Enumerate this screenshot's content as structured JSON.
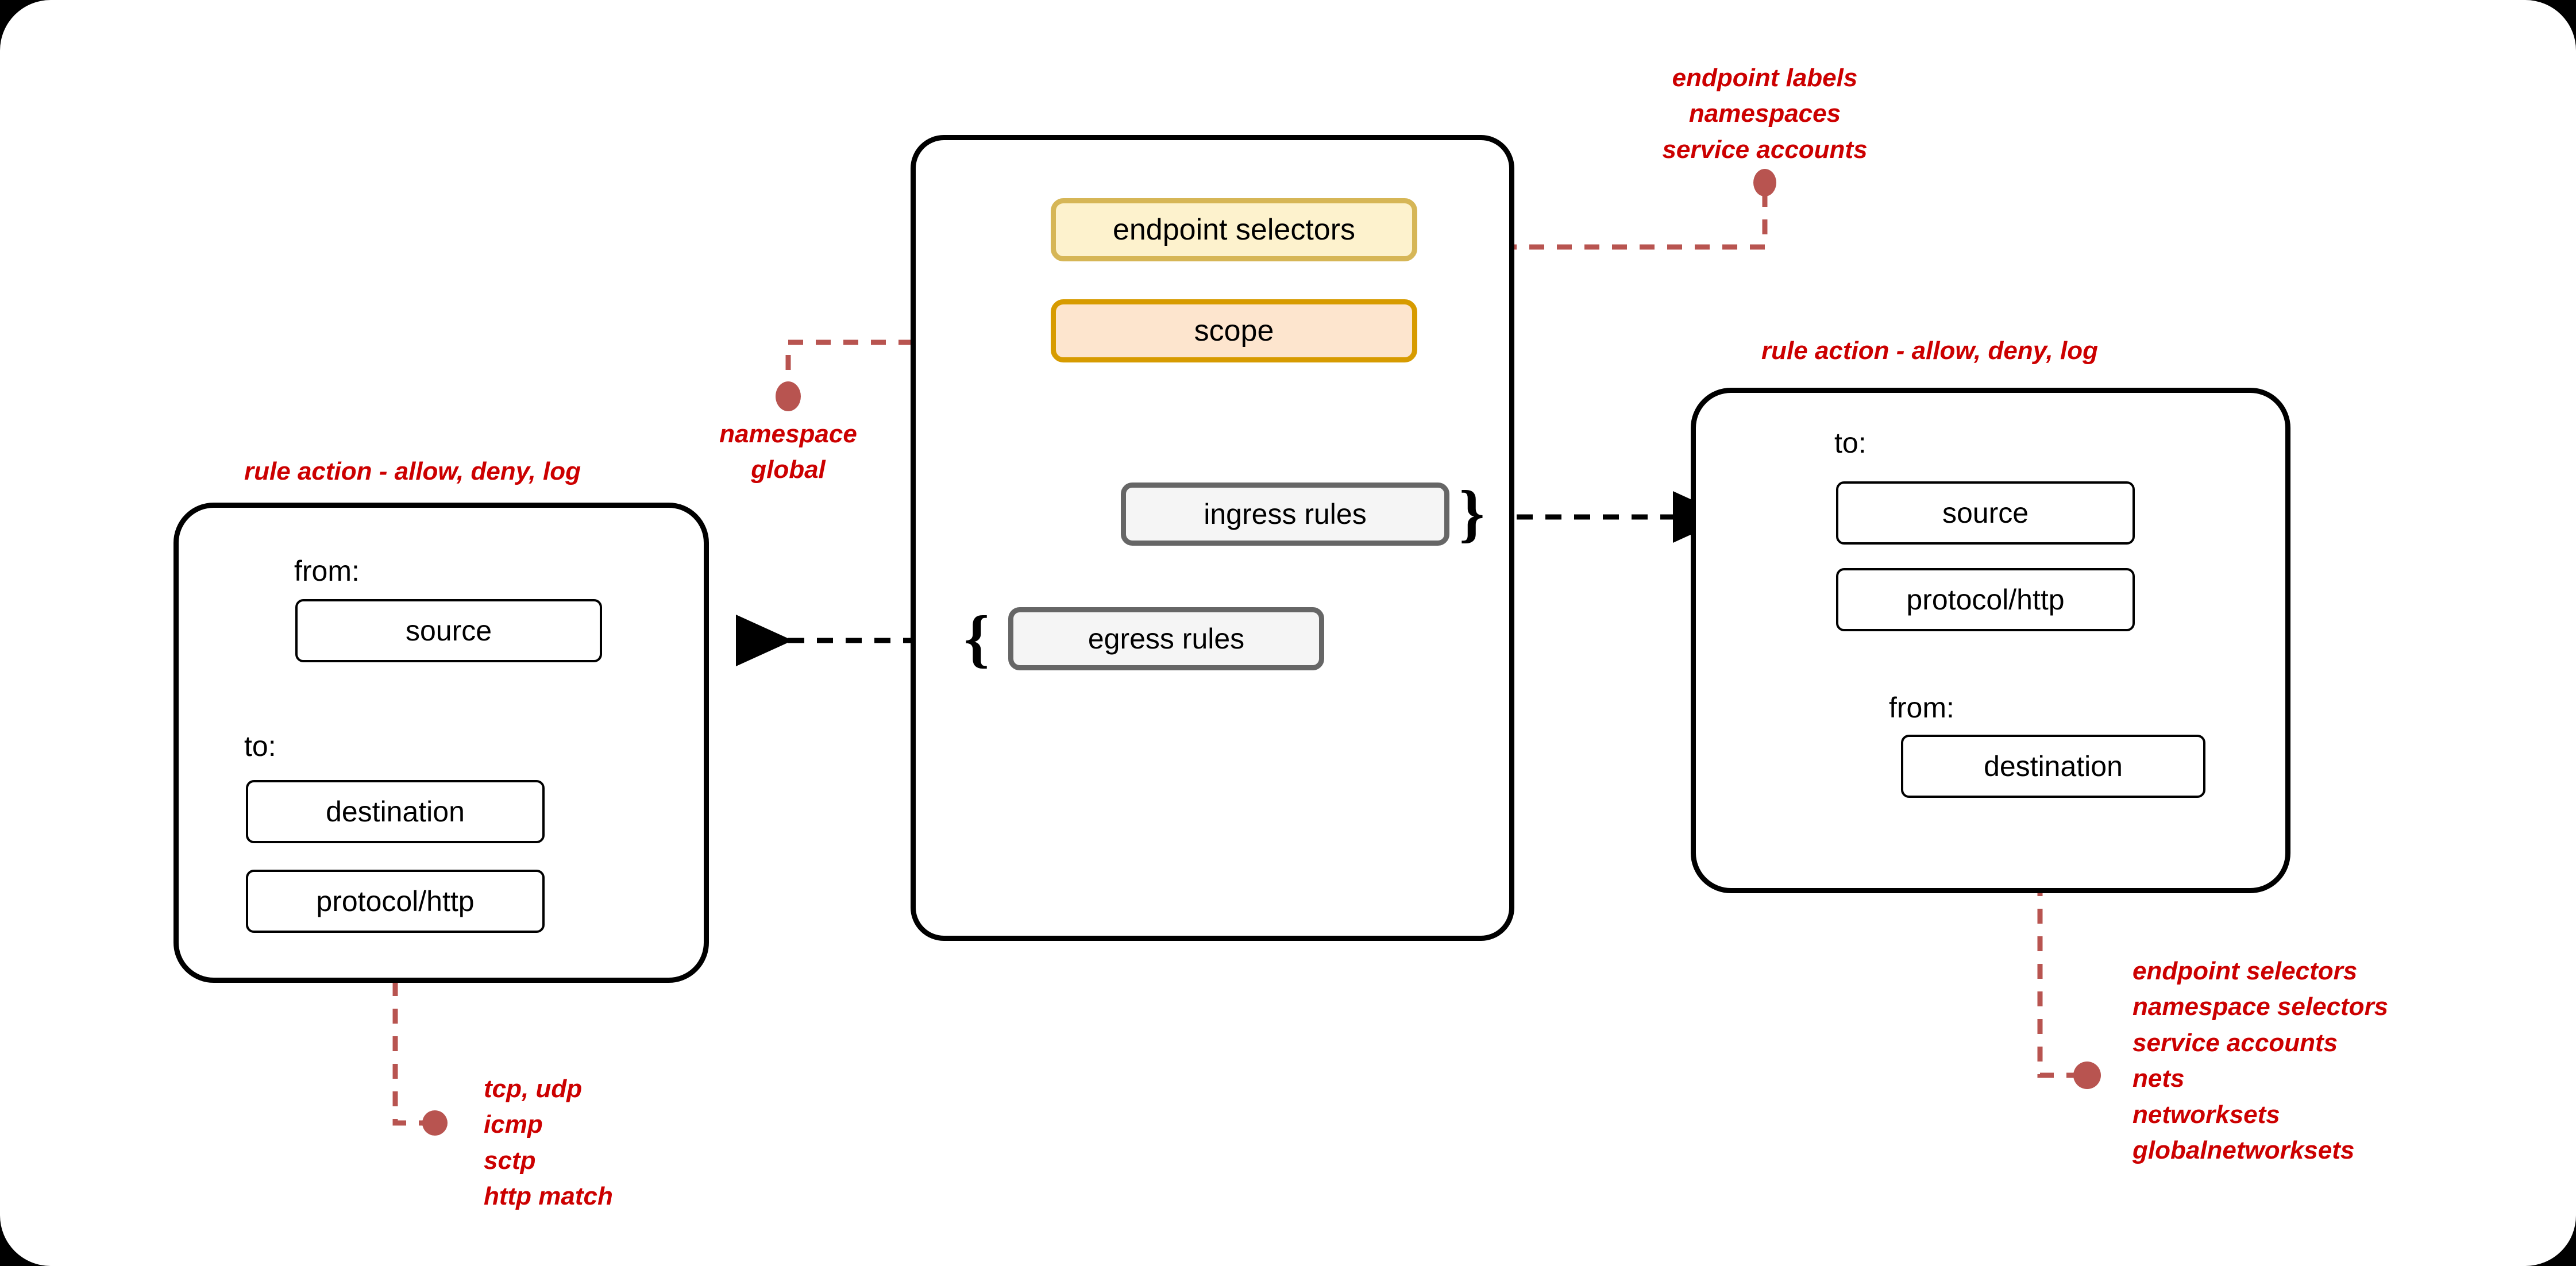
{
  "diagram": {
    "title": "network policy structure",
    "colors": {
      "annotation_red": "#CC0000",
      "connector_red": "#B85450",
      "endpoint_fill": "#FDF2CD",
      "endpoint_border": "#D6B656",
      "scope_fill": "#FDE5CE",
      "scope_border": "#D79B00",
      "rules_fill": "#F5F5F5",
      "rules_border": "#666666",
      "outline_black": "#000000",
      "canvas": "#FFFFFF",
      "page_background": "#000000"
    }
  },
  "center_policy": {
    "endpoint_selectors": "endpoint selectors",
    "scope": "scope",
    "ingress_rules": "ingress rules",
    "egress_rules": "egress rules",
    "brace_ingress": "}",
    "brace_egress": "{"
  },
  "egress_box": {
    "rule_action": "rule action - allow, deny, log",
    "from_label": "from:",
    "from_value": "source",
    "to_label": "to:",
    "to_values": [
      "destination",
      "protocol/http"
    ]
  },
  "ingress_box": {
    "rule_action": "rule action - allow, deny, log",
    "to_label": "to:",
    "to_values": [
      "source",
      "protocol/http"
    ],
    "from_label": "from:",
    "from_value": "destination"
  },
  "annotations": {
    "endpoint_selectors_note": [
      "endpoint labels",
      "namespaces",
      "service accounts"
    ],
    "scope_note": [
      "namespace",
      "global"
    ],
    "protocol_note": [
      "tcp, udp",
      "icmp",
      "sctp",
      "http match"
    ],
    "destination_note": [
      "endpoint selectors",
      "namespace selectors",
      "service accounts",
      "nets",
      "networksets",
      "globalnetworksets"
    ]
  }
}
